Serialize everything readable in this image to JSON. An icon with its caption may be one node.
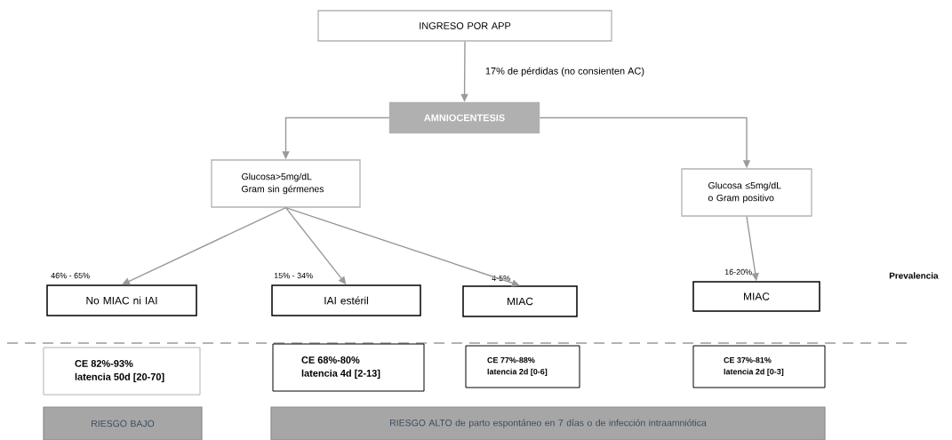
{
  "diagram": {
    "nodes": [
      {
        "text": [
          "INGRESO POR APP"
        ]
      },
      {
        "text": [
          "AMNIOCENTESIS"
        ]
      },
      {
        "text": [
          "Glucosa>5mg/dL Gram sin gérmenes"
        ]
      },
      {
        "text": [
          "Glucosa ≤5mg/dL o Gram positivo"
        ]
      },
      {
        "text": [
          "No MIAC ni IAI"
        ],
        "beside": [
          "46% -  65%"
        ]
      },
      {
        "text": [
          "IAI estéril"
        ],
        "beside": [
          "15% - 34%"
        ]
      },
      {
        "text": [
          "MIAC"
        ],
        "beside": [
          "4-5%"
        ]
      },
      {
        "text": [
          "MIAC"
        ],
        "beside": [
          "16-20%"
        ]
      },
      {
        "text": [
          "CE 82%-93% latencia 50d [20-70]"
        ]
      },
      {
        "text": [
          "CE 68%-80% latencia 4d [2-13]"
        ]
      },
      {
        "text": [
          "CE 77%-88% latencia 2d [0-6]"
        ]
      },
      {
        "text": [
          "CE 37%-81% latencia 2d [0-3]"
        ]
      },
      {
        "text": [
          "RIESGO BAJO"
        ]
      },
      {
        "text": [
          "RIESGO ALTO de parto espontáneo en 7 días o de infección intraamniótica"
        ]
      }
    ],
    "edges": [
      {
        "from": 0,
        "to": 1,
        "arrow": "to",
        "label": "17% de pérdidas (no consienten AC)"
      },
      {
        "from": 1,
        "to": 2,
        "arrow": "to"
      },
      {
        "from": 1,
        "to": 3,
        "arrow": "to"
      },
      {
        "from": 2,
        "to": 4,
        "arrow": "to"
      },
      {
        "from": 2,
        "to": 5,
        "arrow": "to"
      },
      {
        "from": 2,
        "to": 6,
        "arrow": "to"
      },
      {
        "from": 3,
        "to": 7,
        "arrow": "to"
      }
    ],
    "labels": [
      "Prevalencia"
    ]
  }
}
